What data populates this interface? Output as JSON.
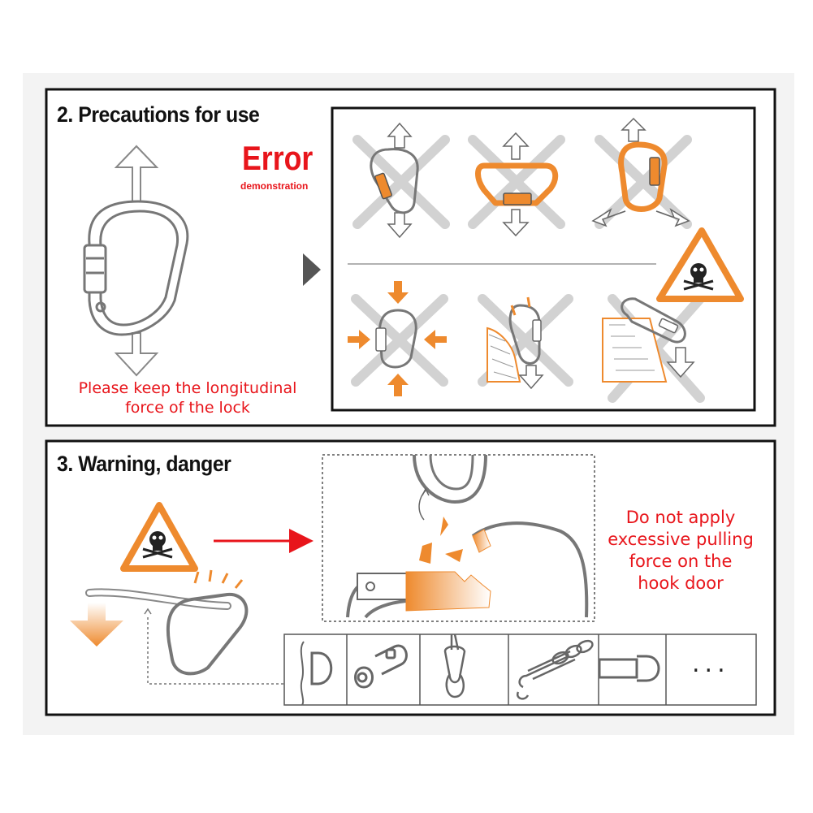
{
  "section2": {
    "title": "2. Precautions for use",
    "error_label": "Error",
    "error_sub": "demonstration",
    "note_line1": "Please keep the longitudinal",
    "note_line2": "force of the lock"
  },
  "section3": {
    "title": "3. Warning, danger",
    "warning_line1": "Do not apply",
    "warning_line2": "excessive pulling",
    "warning_line3": "force on the",
    "warning_line4": "hook door",
    "more_label": "..."
  },
  "colors": {
    "accent_orange": "#ee8a2e",
    "warning_red": "#e8151b",
    "cross_gray": "#cfcfcf",
    "frame_black": "#111111",
    "background": "#f3f3f3"
  },
  "icons": [
    "carabiner-icon",
    "double-arrow-icon",
    "cross-mark-icon",
    "skull-warning-icon",
    "d-ring-icon",
    "figure-eight-icon",
    "pulley-icon",
    "chain-icon",
    "strap-ring-icon"
  ]
}
